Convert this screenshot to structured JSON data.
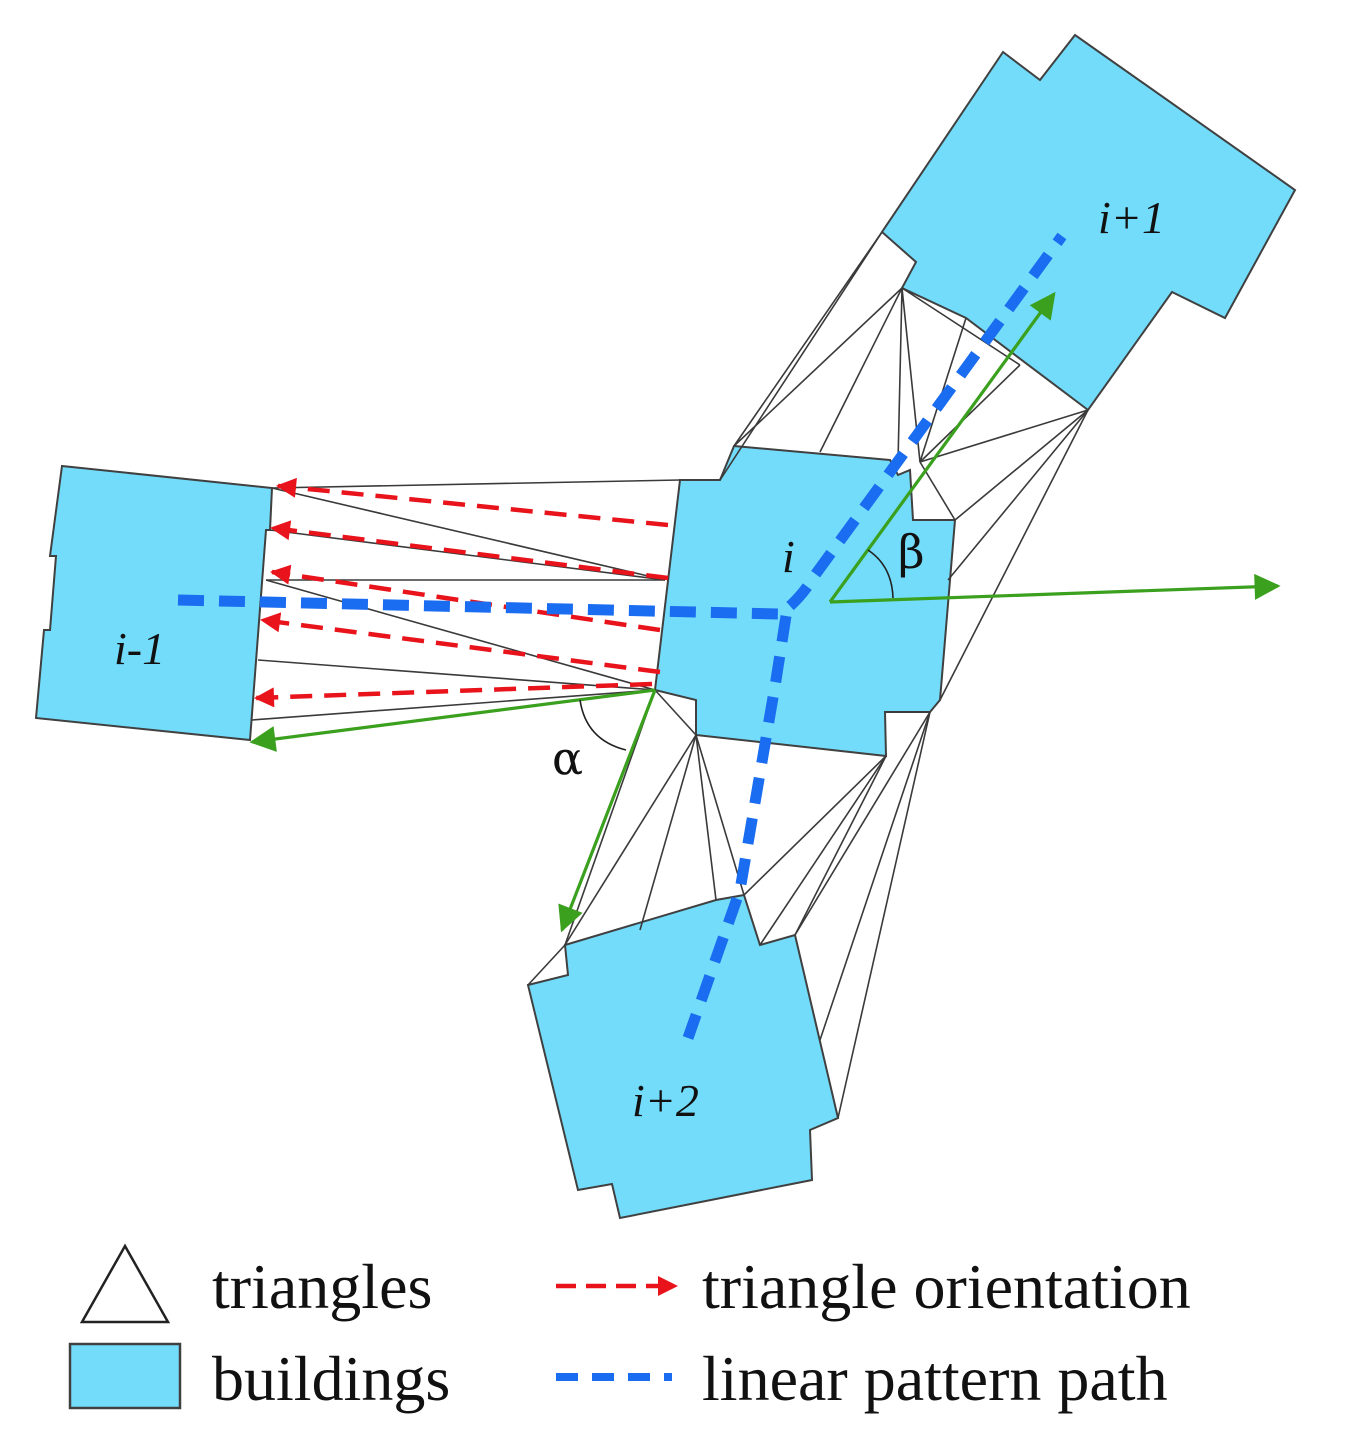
{
  "diagram": {
    "building_labels": {
      "prev": "i-1",
      "current": "i",
      "next": "i+1",
      "next2": "i+2"
    },
    "angle_labels": {
      "alpha": "α",
      "beta": "β"
    },
    "legend": [
      {
        "symbol": "triangle-outline-icon",
        "label": "triangles"
      },
      {
        "symbol": "building-swatch-icon",
        "label": "buildings"
      },
      {
        "symbol": "red-dashed-arrow-icon",
        "label": "triangle orientation"
      },
      {
        "symbol": "blue-dashed-line-icon",
        "label": "linear pattern path"
      }
    ],
    "colors": {
      "building_fill": "#72dcfa",
      "triangle_orientation": "#e8131b",
      "linear_pattern_path": "#1a6cf0",
      "direction_vectors": "#3aa01e"
    }
  }
}
